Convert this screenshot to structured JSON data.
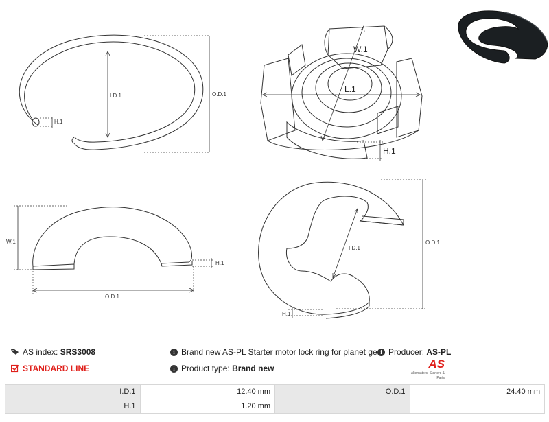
{
  "drawings": {
    "ring": {
      "id_label": "I.D.1",
      "od_label": "O.D.1",
      "h_label": "H.1"
    },
    "gear": {
      "w_label": "W.1",
      "l_label": "L.1",
      "h_label": "H.1"
    },
    "side": {
      "w_label": "W.1",
      "h_label": "H.1",
      "od_label": "O.D.1"
    },
    "clip": {
      "id_label": "I.D.1",
      "od_label": "O.D.1",
      "h_label": "H.1"
    }
  },
  "info": {
    "as_index_label": "AS index:",
    "as_index_value": "SRS3008",
    "description": "Brand new AS-PL Starter motor lock ring for planet gear",
    "producer_label": "Producer:",
    "producer_value": "AS-PL",
    "standard_line": "STANDARD LINE",
    "product_type_label": "Product type:",
    "product_type_value": "Brand new"
  },
  "logo": {
    "mark": "AS",
    "tagline": "Alternators, Starters & Parts",
    "accent": "#e0201b"
  },
  "specs": {
    "rows": [
      {
        "k1": "I.D.1",
        "v1": "12.40 mm",
        "k2": "O.D.1",
        "v2": "24.40 mm"
      },
      {
        "k1": "H.1",
        "v1": "1.20 mm",
        "k2": "",
        "v2": ""
      }
    ]
  }
}
